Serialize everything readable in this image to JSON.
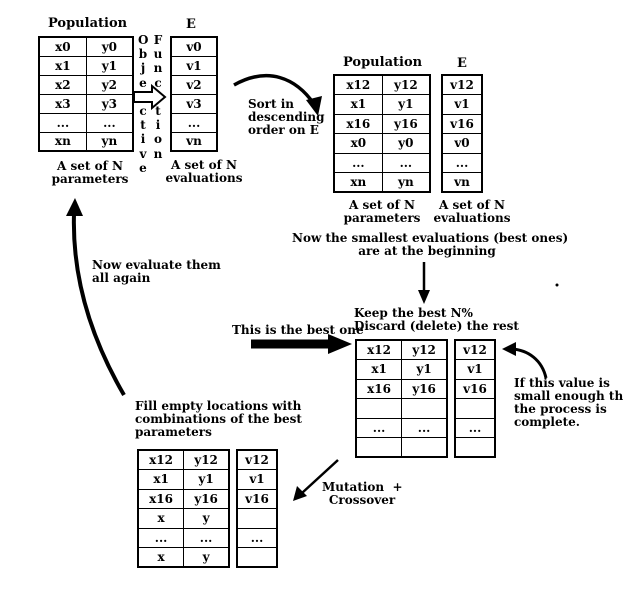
{
  "population_label": "Population",
  "e_label": "E",
  "objective_function_label": {
    "col1": "O\nb\nj\ne\n\nc\nt\ni\nv\ne",
    "col2": "F\nu\nn\nc\n\nt\ni\no\nn"
  },
  "set_params_label": "A set of N\nparameters",
  "set_evals_label": "A set of N\nevaluations",
  "sort_label": "Sort in\ndescending\norder on E",
  "smallest_label": "Now the smallest evaluations (best ones)\nare at the beginning",
  "keep_label": "Keep the best N%\nDiscard (delete) the rest",
  "best_one_label": "This is the best one",
  "small_enough_label": "If this value is\nsmall enough then\nthe process is\ncomplete.",
  "evaluate_again_label": "Now evaluate them\nall again",
  "fill_label": "Fill empty locations with\ncombinations of the best\nparameters",
  "mutation_label": "Mutation  +\nCrossover",
  "stage1": {
    "pop": [
      [
        "x0",
        "y0"
      ],
      [
        "x1",
        "y1"
      ],
      [
        "x2",
        "y2"
      ],
      [
        "x3",
        "y3"
      ],
      [
        "...",
        "..."
      ],
      [
        "xn",
        "yn"
      ]
    ],
    "e": [
      "v0",
      "v1",
      "v2",
      "v3",
      "...",
      "vn"
    ]
  },
  "stage2": {
    "pop": [
      [
        "x12",
        "y12"
      ],
      [
        "x1",
        "y1"
      ],
      [
        "x16",
        "y16"
      ],
      [
        "x0",
        "y0"
      ],
      [
        "...",
        "..."
      ],
      [
        "xn",
        "yn"
      ]
    ],
    "e": [
      "v12",
      "v1",
      "v16",
      "v0",
      "...",
      "vn"
    ]
  },
  "stage3": {
    "pop": [
      [
        "x12",
        "y12"
      ],
      [
        "x1",
        "y1"
      ],
      [
        "x16",
        "y16"
      ],
      [
        "",
        ""
      ],
      [
        "...",
        "..."
      ],
      [
        "",
        ""
      ]
    ],
    "e": [
      "v12",
      "v1",
      "v16",
      "",
      "...",
      ""
    ]
  },
  "stage4": {
    "pop": [
      [
        "x12",
        "y12"
      ],
      [
        "x1",
        "y1"
      ],
      [
        "x16",
        "y16"
      ],
      [
        "x",
        "y"
      ],
      [
        "...",
        "..."
      ],
      [
        "x",
        "y"
      ]
    ],
    "e": [
      "v12",
      "v1",
      "v16",
      "",
      "...",
      ""
    ]
  }
}
